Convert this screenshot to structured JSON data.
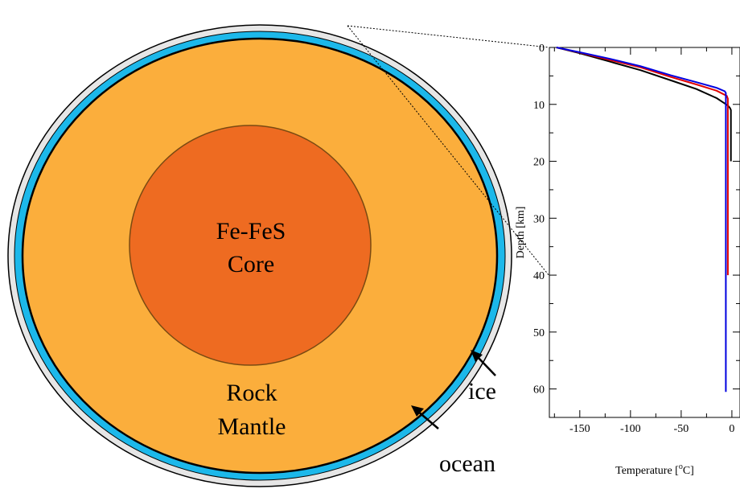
{
  "diagram": {
    "core_label_line1": "Fe-FeS",
    "core_label_line2": "Core",
    "mantle_label_line1": "Rock",
    "mantle_label_line2": "Mantle",
    "ice_label": "ice",
    "ocean_label": "ocean",
    "colors": {
      "ice_shell": "#e6e6e6",
      "ocean": "#1cb8ea",
      "mantle": "#fbae3c",
      "core": "#ee6b21",
      "core_outline": "#7a4a12"
    }
  },
  "chart_data": {
    "type": "line",
    "title": "",
    "xlabel": "Temperature [",
    "xlabel_sup": "o",
    "xlabel_unit": "C]",
    "ylabel": "Depth [km]",
    "xlim": [
      -180,
      8
    ],
    "ylim": [
      0,
      65
    ],
    "y_inverted": true,
    "x_ticks": [
      -150,
      -100,
      -50,
      0
    ],
    "x_tick_labels": [
      "-150",
      "-100",
      "-50",
      "0"
    ],
    "y_ticks": [
      0,
      10,
      20,
      30,
      40,
      50,
      60
    ],
    "y_tick_labels": [
      "0",
      "10",
      "20",
      "30",
      "40",
      "50",
      "60"
    ],
    "series": [
      {
        "color": "#000000",
        "x": [
          -173,
          -150,
          -120,
          -90,
          -60,
          -35,
          -15,
          -4,
          -2,
          -1,
          -1
        ],
        "y": [
          0,
          1,
          2.5,
          4,
          5.8,
          7.3,
          8.9,
          10.2,
          10.6,
          11,
          20
        ]
      },
      {
        "color": "#e00000",
        "x": [
          -173,
          -150,
          -120,
          -90,
          -60,
          -35,
          -15,
          -5,
          -4,
          -4
        ],
        "y": [
          0,
          0.9,
          2.2,
          3.5,
          5.2,
          6.5,
          7.6,
          8.5,
          9,
          40
        ]
      },
      {
        "color": "#0000e0",
        "x": [
          -173,
          -150,
          -120,
          -90,
          -60,
          -35,
          -15,
          -7,
          -6,
          -6
        ],
        "y": [
          0,
          0.85,
          2,
          3.3,
          4.9,
          6.1,
          7.1,
          7.7,
          8,
          60.5
        ]
      }
    ]
  }
}
